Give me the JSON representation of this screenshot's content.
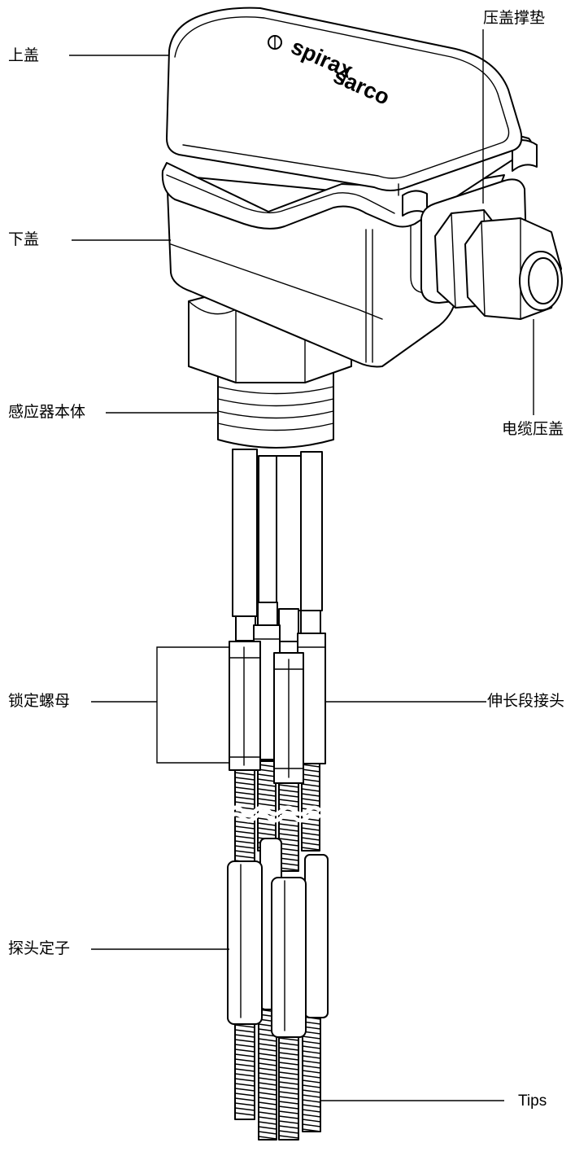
{
  "labels": {
    "upper_cover": "上盖",
    "lower_cover": "下盖",
    "sensor_body": "感应器本体",
    "lock_nut": "锁定螺母",
    "probe_stator": "探头定子",
    "gland_spacer": "压盖撑垫",
    "cable_gland": "电缆压盖",
    "extension_joint": "伸长段接头",
    "tips": "Tips"
  },
  "logo": {
    "line1": "spirax",
    "line2": "sarco"
  }
}
